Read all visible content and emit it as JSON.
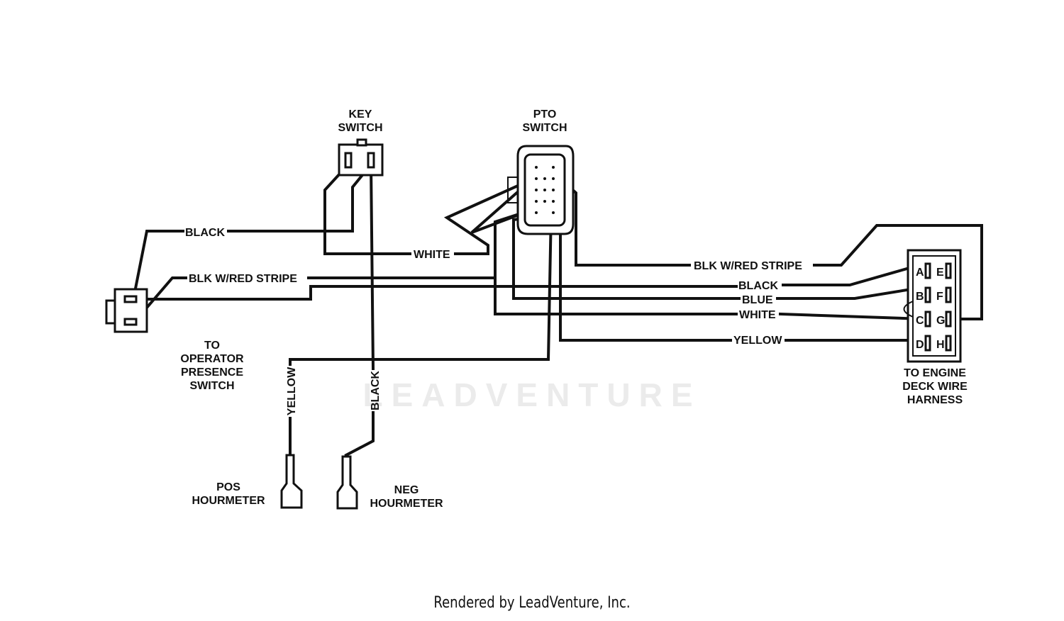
{
  "watermark": "LEADVENTURE",
  "credit": "Rendered by LeadVenture, Inc.",
  "components": {
    "key_switch": [
      "KEY",
      "SWITCH"
    ],
    "pto_switch": [
      "PTO",
      "SWITCH"
    ],
    "operator_presence": [
      "TO",
      "OPERATOR",
      "PRESENCE",
      "SWITCH"
    ],
    "engine_deck_harness": [
      "TO ENGINE",
      "DECK WIRE",
      "HARNESS"
    ],
    "pos_hourmeter": [
      "POS",
      "HOURMETER"
    ],
    "neg_hourmeter": [
      "NEG",
      "HOURMETER"
    ]
  },
  "harness_pins": {
    "left": [
      "A",
      "B",
      "C",
      "D"
    ],
    "right": [
      "E",
      "F",
      "G",
      "H"
    ]
  },
  "wires": {
    "black_key": "BLACK",
    "blk_red_left": "BLK W/RED STRIPE",
    "white_key": "WHITE",
    "blk_red_right": "BLK W/RED STRIPE",
    "black_right": "BLACK",
    "blue_right": "BLUE",
    "white_right": "WHITE",
    "yellow_right": "YELLOW",
    "yellow_vertical": "YELLOW",
    "black_vertical": "BLACK"
  }
}
